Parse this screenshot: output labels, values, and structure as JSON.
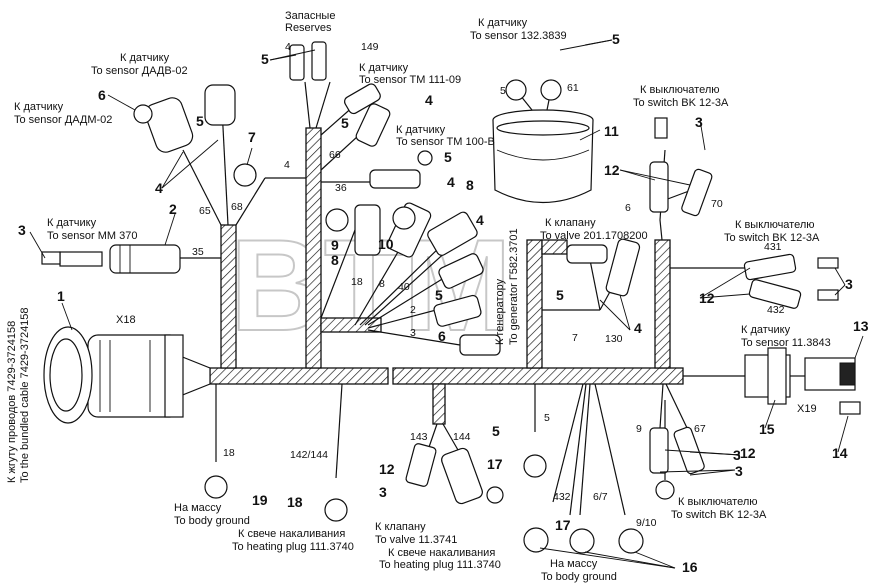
{
  "watermark": "BTM",
  "labels": {
    "reserves_ru": "Запасные",
    "reserves_en": "Reserves",
    "sensor_1323839_ru": "К датчику",
    "sensor_1323839_en": "To sensor 132.3839",
    "sensor_dadv_ru": "К датчику",
    "sensor_dadv_en": "To sensor ДАДВ-02",
    "sensor_dadm_ru": "К датчику",
    "sensor_dadm_en": "To sensor ДАДМ-02",
    "sensor_tm11109_ru": "К датчику",
    "sensor_tm11109_en": "To sensor TM 111-09",
    "sensor_tm100b_ru": "К датчику",
    "sensor_tm100b_en": "To sensor TM 100-B",
    "switch_top_ru": "К выключателю",
    "switch_top_en": "To switch BK 12-3A",
    "switch_mid_ru": "К выключателю",
    "switch_mid_en": "To switch BK 12-3A",
    "switch_bot_ru": "К выключателю",
    "switch_bot_en": "To switch BK 12-3A",
    "sensor_mm370_ru": "К датчику",
    "sensor_mm370_en": "To sensor MM 370",
    "valve_2011708200_ru": "К клапану",
    "valve_2011708200_en": "To valve 201.1708200",
    "generator_ru": "К генератору",
    "generator_en": "To generator Г582.3701",
    "sensor_113843_ru": "К датчику",
    "sensor_113843_en": "To sensor 11.3843",
    "x18": "X18",
    "x19": "X19",
    "bundled_ru": "К жгуту проводов 7429-3724158",
    "bundled_en": "To the bundled cable 7429-3724158",
    "ground_left_ru": "На массу",
    "ground_left_en": "To body ground",
    "plug_left_ru": "К свече накаливания",
    "plug_left_en": "To heating plug 111.3740",
    "valve_113741_ru": "К клапану",
    "valve_113741_en": "To valve 11.3741",
    "plug_mid_ru": "К свече накаливания",
    "plug_mid_en": "To heating plug 111.3740",
    "ground_right_ru": "На массу",
    "ground_right_en": "To body ground"
  },
  "part_numbers": {
    "p1": "1",
    "p2": "2",
    "p3a": "3",
    "p3b": "3",
    "p3c": "3",
    "p3d": "3",
    "p3e": "3",
    "p3f": "3",
    "p4a": "4",
    "p4b": "4",
    "p4c": "4",
    "p4d": "4",
    "p4e": "4",
    "p5a": "5",
    "p5b": "5",
    "p5c": "5",
    "p5d": "5",
    "p5e": "5",
    "p5f": "5",
    "p5g": "5",
    "p5h": "5",
    "p6a": "6",
    "p6b": "6",
    "p7": "7",
    "p8a": "8",
    "p8b": "8",
    "p9": "9",
    "p10": "10",
    "p11": "11",
    "p12a": "12",
    "p12b": "12",
    "p12c": "12",
    "p12d": "12",
    "p13": "13",
    "p14": "14",
    "p15": "15",
    "p16": "16",
    "p17a": "17",
    "p17b": "17",
    "p18": "18",
    "p19": "19"
  },
  "wire_numbers": {
    "w4": "4",
    "w149": "149",
    "w5": "5",
    "w61": "61",
    "w66": "66",
    "w4b": "4",
    "w36": "36",
    "w65": "65",
    "w68": "68",
    "w35": "35",
    "w18": "18",
    "w8": "8",
    "w40": "40",
    "w2": "2",
    "w3": "3",
    "w6": "6",
    "w70": "70",
    "w431": "431",
    "w432": "432",
    "w7": "7",
    "w130": "130",
    "w9": "9",
    "w67": "67",
    "w18b": "18",
    "w142": "142/144",
    "w143": "143",
    "w144": "144",
    "w5b": "5",
    "w432b": "432",
    "w67b": "6/7",
    "w910": "9/10"
  }
}
